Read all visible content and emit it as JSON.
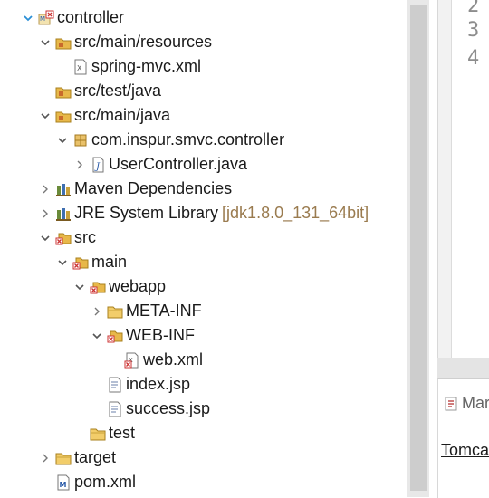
{
  "tree": {
    "items": [
      {
        "label": "controller",
        "icon": "maven-project-icon",
        "toggle": "expanded-blue",
        "indent": 0
      },
      {
        "label": "src/main/resources",
        "icon": "source-folder-icon",
        "toggle": "expanded",
        "indent": 1
      },
      {
        "label": "spring-mvc.xml",
        "icon": "xml-file-icon",
        "toggle": "none",
        "indent": 2
      },
      {
        "label": "src/test/java",
        "icon": "source-folder-icon",
        "toggle": "none",
        "indent": 1
      },
      {
        "label": "src/main/java",
        "icon": "source-folder-icon",
        "toggle": "expanded",
        "indent": 1
      },
      {
        "label": "com.inspur.smvc.controller",
        "icon": "package-icon",
        "toggle": "expanded",
        "indent": 2
      },
      {
        "label": "UserController.java",
        "icon": "java-file-icon",
        "toggle": "collapsed",
        "indent": 3
      },
      {
        "label": "Maven Dependencies",
        "icon": "library-icon",
        "toggle": "collapsed",
        "indent": 1
      },
      {
        "label": "JRE System Library",
        "decoration": "[jdk1.8.0_131_64bit]",
        "icon": "library-icon",
        "toggle": "collapsed",
        "indent": 1
      },
      {
        "label": "src",
        "icon": "error-folder-icon",
        "toggle": "expanded",
        "indent": 1
      },
      {
        "label": "main",
        "icon": "error-folder-icon",
        "toggle": "expanded",
        "indent": 2
      },
      {
        "label": "webapp",
        "icon": "error-folder-icon",
        "toggle": "expanded",
        "indent": 3
      },
      {
        "label": "META-INF",
        "icon": "folder-icon",
        "toggle": "collapsed",
        "indent": 4
      },
      {
        "label": "WEB-INF",
        "icon": "error-folder-icon",
        "toggle": "expanded",
        "indent": 4
      },
      {
        "label": "web.xml",
        "icon": "xml-error-file-icon",
        "toggle": "none",
        "indent": 5
      },
      {
        "label": "index.jsp",
        "icon": "jsp-file-icon",
        "toggle": "none",
        "indent": 4
      },
      {
        "label": "success.jsp",
        "icon": "jsp-file-icon",
        "toggle": "none",
        "indent": 4
      },
      {
        "label": "test",
        "icon": "folder-icon",
        "toggle": "none",
        "indent": 3
      },
      {
        "label": "target",
        "icon": "folder-icon",
        "toggle": "collapsed",
        "indent": 1
      },
      {
        "label": "pom.xml",
        "icon": "pom-file-icon",
        "toggle": "none",
        "indent": 1
      }
    ]
  },
  "editor": {
    "line_numbers": [
      "2",
      "3",
      "4"
    ]
  },
  "panel": {
    "tab_label": "Mar",
    "link_label": "Tomca"
  },
  "colors": {
    "folder": "#e8b84a",
    "error": "#d62c2c",
    "expanded_toggle_blue": "#2b8fd6",
    "decoration": "#9a7b4f"
  }
}
